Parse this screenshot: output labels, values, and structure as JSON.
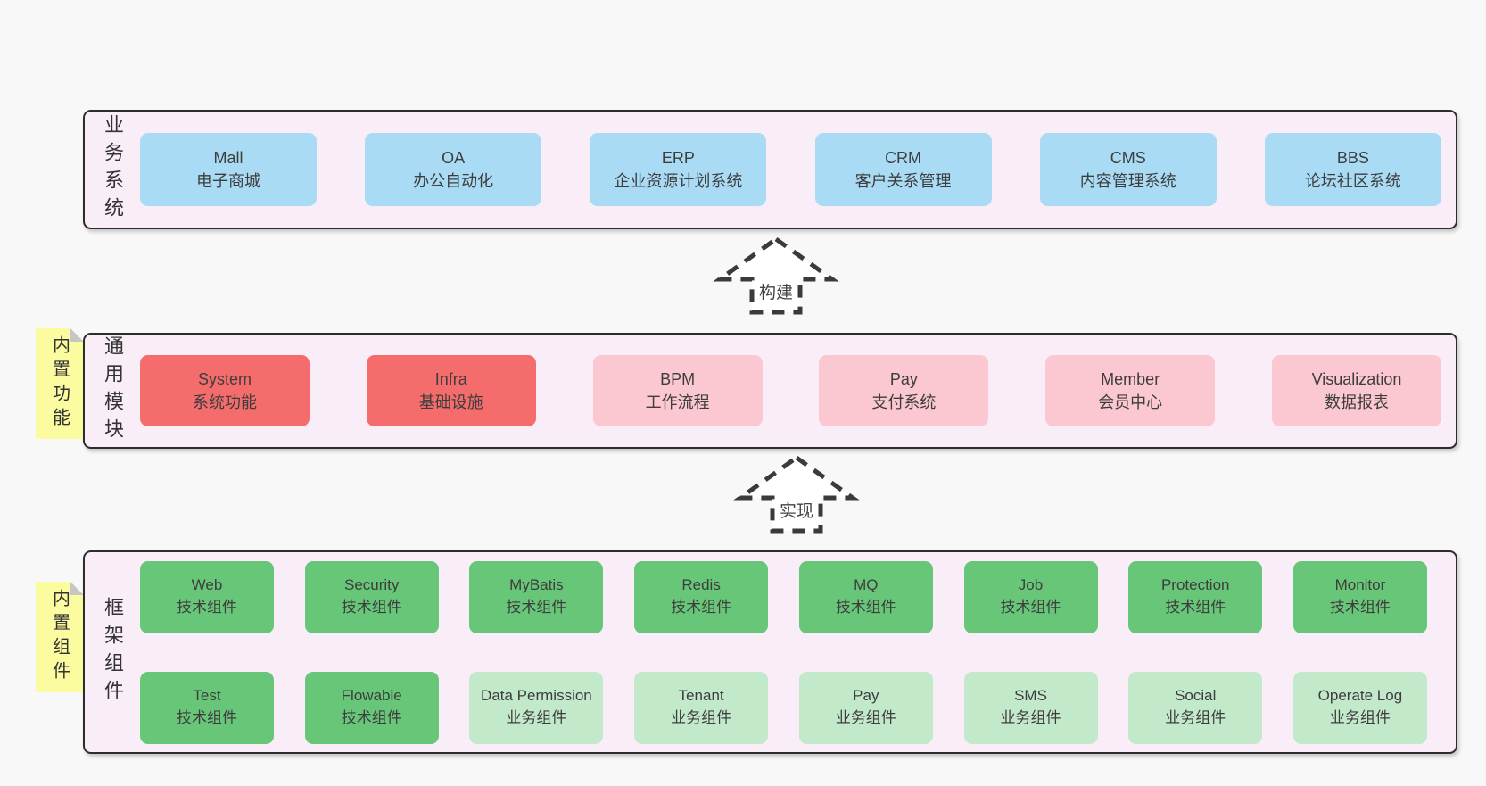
{
  "colors": {
    "page_bg": "#f8f8f8",
    "panel_bg": "#f9edf7",
    "panel_border": "#2d2d2d",
    "blue": "#a9dbf5",
    "red": "#f56c6c",
    "pink": "#fbc7d0",
    "green": "#68c679",
    "green_light": "#c3e9cb",
    "note_yellow": "#fbfba0"
  },
  "arrows": [
    {
      "label": "构建"
    },
    {
      "label": "实现"
    }
  ],
  "sections": [
    {
      "id": "business-systems",
      "label": "业务系统",
      "boxes": [
        {
          "title": "Mall",
          "subtitle": "电子商城",
          "variant": "blue"
        },
        {
          "title": "OA",
          "subtitle": "办公自动化",
          "variant": "blue"
        },
        {
          "title": "ERP",
          "subtitle": "企业资源计划系统",
          "variant": "blue"
        },
        {
          "title": "CRM",
          "subtitle": "客户关系管理",
          "variant": "blue"
        },
        {
          "title": "CMS",
          "subtitle": "内容管理系统",
          "variant": "blue"
        },
        {
          "title": "BBS",
          "subtitle": "论坛社区系统",
          "variant": "blue"
        }
      ]
    },
    {
      "id": "common-modules",
      "label": "通用模块",
      "note": "内置功能",
      "boxes": [
        {
          "title": "System",
          "subtitle": "系统功能",
          "variant": "red"
        },
        {
          "title": "Infra",
          "subtitle": "基础设施",
          "variant": "red"
        },
        {
          "title": "BPM",
          "subtitle": "工作流程",
          "variant": "pink"
        },
        {
          "title": "Pay",
          "subtitle": "支付系统",
          "variant": "pink"
        },
        {
          "title": "Member",
          "subtitle": "会员中心",
          "variant": "pink"
        },
        {
          "title": "Visualization",
          "subtitle": "数据报表",
          "variant": "pink"
        }
      ]
    },
    {
      "id": "framework-components",
      "label": "框架组件",
      "note": "内置组件",
      "rows": [
        [
          {
            "title": "Web",
            "subtitle": "技术组件",
            "variant": "green"
          },
          {
            "title": "Security",
            "subtitle": "技术组件",
            "variant": "green"
          },
          {
            "title": "MyBatis",
            "subtitle": "技术组件",
            "variant": "green"
          },
          {
            "title": "Redis",
            "subtitle": "技术组件",
            "variant": "green"
          },
          {
            "title": "MQ",
            "subtitle": "技术组件",
            "variant": "green"
          },
          {
            "title": "Job",
            "subtitle": "技术组件",
            "variant": "green"
          },
          {
            "title": "Protection",
            "subtitle": "技术组件",
            "variant": "green"
          },
          {
            "title": "Monitor",
            "subtitle": "技术组件",
            "variant": "green"
          }
        ],
        [
          {
            "title": "Test",
            "subtitle": "技术组件",
            "variant": "green"
          },
          {
            "title": "Flowable",
            "subtitle": "技术组件",
            "variant": "green"
          },
          {
            "title": "Data Permission",
            "subtitle": "业务组件",
            "variant": "green-light"
          },
          {
            "title": "Tenant",
            "subtitle": "业务组件",
            "variant": "green-light"
          },
          {
            "title": "Pay",
            "subtitle": "业务组件",
            "variant": "green-light"
          },
          {
            "title": "SMS",
            "subtitle": "业务组件",
            "variant": "green-light"
          },
          {
            "title": "Social",
            "subtitle": "业务组件",
            "variant": "green-light"
          },
          {
            "title": "Operate Log",
            "subtitle": "业务组件",
            "variant": "green-light"
          }
        ]
      ]
    }
  ]
}
